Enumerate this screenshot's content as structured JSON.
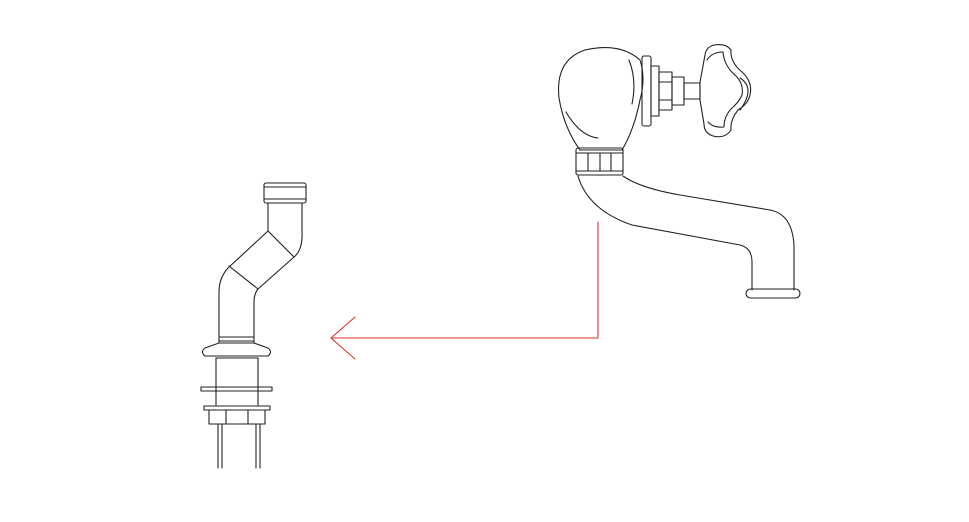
{
  "diagram": {
    "type": "technical-line-drawing",
    "line_color": "#222222",
    "arrow_color": "#e0322c",
    "background": "#ffffff",
    "parts": [
      {
        "name": "inlet-riser-pipe"
      },
      {
        "name": "faucet-with-handle-and-spout"
      }
    ],
    "connector": {
      "style": "elbow-arrow",
      "direction": "left"
    }
  }
}
